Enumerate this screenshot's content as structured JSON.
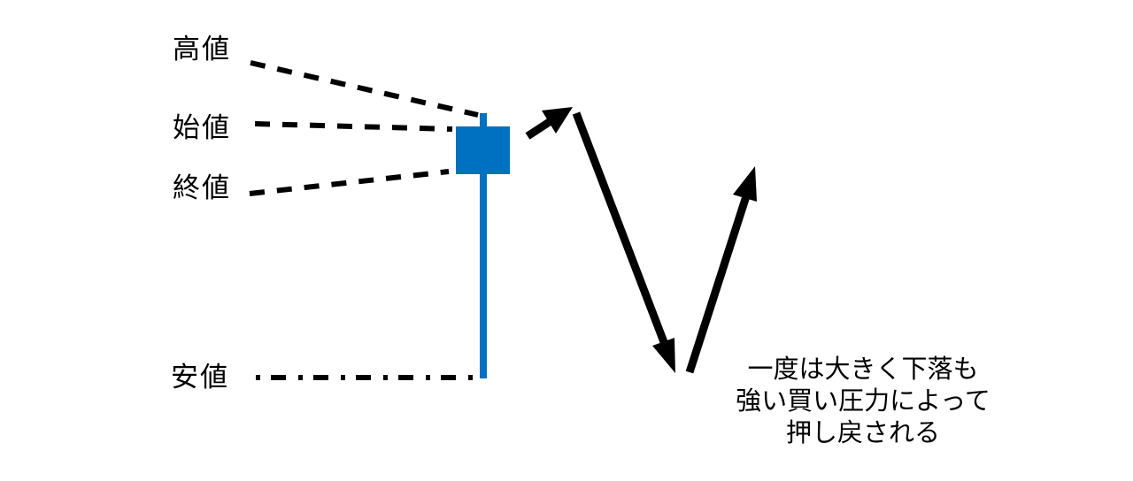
{
  "diagram": {
    "labels": {
      "high": "高値",
      "open": "始値",
      "close": "終値",
      "low": "安値"
    },
    "annotation": {
      "line1": "一度は大きく下落も",
      "line2": "強い買い圧力によって",
      "line3": "押し戻される"
    },
    "colors": {
      "candle_blue": "#0070C0",
      "ink": "#000000",
      "background": "#FFFFFF"
    }
  }
}
